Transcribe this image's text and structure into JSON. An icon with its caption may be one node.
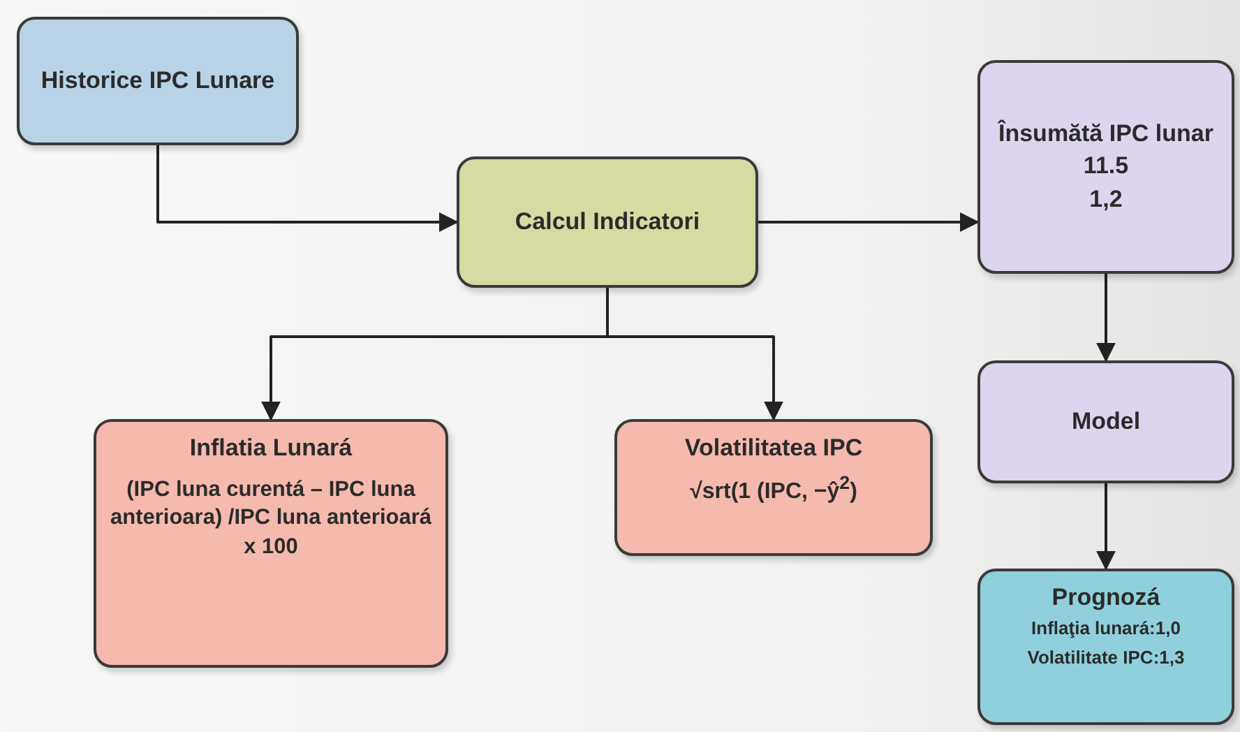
{
  "diagram": {
    "nodes": [
      {
        "text": [
          "Historice IPC Lunare"
        ]
      },
      {
        "text": [
          "Calcul Indicatori"
        ]
      },
      {
        "text": [
          "Însumătă IPC lunar",
          "11.5",
          "1,2"
        ]
      },
      {
        "text": [
          "Inflatia Lunará",
          "(IPC luna curentá – IPC luna anterioara) /IPC luna anterioará x 100"
        ]
      },
      {
        "text": [
          "Volatilitatea IPC",
          "√srt(1 (IPC, −ŷ$^{2}$)"
        ]
      },
      {
        "text": [
          "Model"
        ]
      },
      {
        "text": [
          "Prognozá",
          "Inflaţia lunará:1,0",
          "Volatilitate IPC:1,3"
        ]
      }
    ],
    "edges": [
      {
        "from": 0,
        "to": 1,
        "arrow": "to"
      },
      {
        "from": 1,
        "to": 2,
        "arrow": "to"
      },
      {
        "from": 1,
        "to": 3,
        "arrow": "to"
      },
      {
        "from": 1,
        "to": 4,
        "arrow": "to"
      },
      {
        "from": 2,
        "to": 5,
        "arrow": "to"
      },
      {
        "from": 5,
        "to": 6,
        "arrow": "to"
      }
    ]
  }
}
